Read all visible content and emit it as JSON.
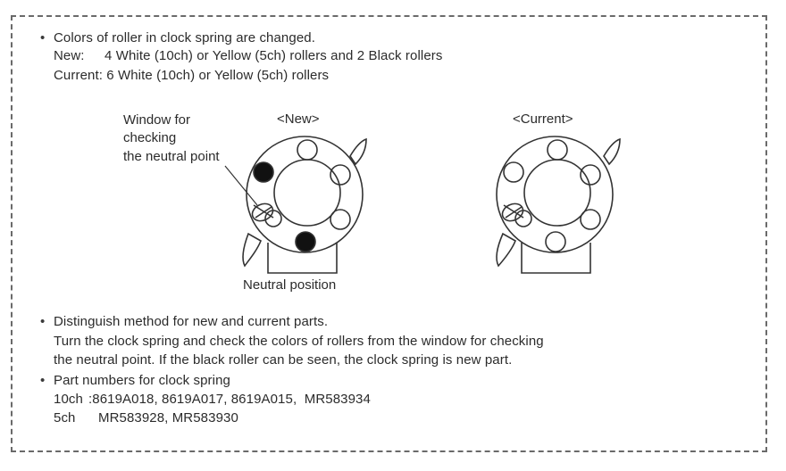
{
  "section1": {
    "bullet": "•",
    "line1": "Colors of roller in clock spring are changed.",
    "new_label": "New:",
    "new_text": "4 White (10ch) or Yellow (5ch) rollers and 2 Black rollers",
    "current_line": "Current: 6 White (10ch) or Yellow (5ch) rollers"
  },
  "diagram": {
    "window_label_1": "Window for",
    "window_label_2": "checking",
    "window_label_3": "the neutral point",
    "new_title": "<New>",
    "current_title": "<Current>",
    "neutral_label": "Neutral position"
  },
  "section2": {
    "bullet": "•",
    "heading": "Distinguish method for new and current parts.",
    "line1": "Turn the clock spring and check the colors of rollers from the window for checking",
    "line2": "the neutral point. If the black roller can be seen, the clock spring is new part."
  },
  "section3": {
    "bullet": "•",
    "heading": "Part numbers for clock spring",
    "row1_label": "10ch",
    "row1_value": ":8619A018, 8619A017, 8619A015,  MR583934",
    "row2_label": "5ch",
    "row2_value": "MR583928, MR583930"
  },
  "colors": {
    "border": "#6a6a6a",
    "text": "#2b2b2b",
    "black_roller": "#111111"
  }
}
